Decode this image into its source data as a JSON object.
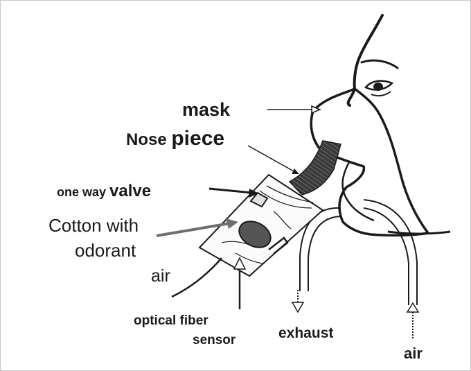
{
  "labels": {
    "mask": "mask",
    "nose_piece_prefix": "Nose ",
    "nose_piece_main": "piece",
    "valve_prefix": "one way ",
    "valve_main": "valve",
    "cotton_line1": "Cotton with",
    "cotton_line2": "odorant",
    "air_left": "air",
    "fiber_line1": "optical fiber",
    "fiber_line2": "sensor",
    "exhaust": "exhaust",
    "air_right": "air"
  },
  "colors": {
    "ink": "#1a1a1a",
    "border": "#c8c8c8",
    "cotton_fill": "#555555",
    "cotton_pointer": "#6e6e6e",
    "nosepiece_fill": "#4a4a4a"
  }
}
